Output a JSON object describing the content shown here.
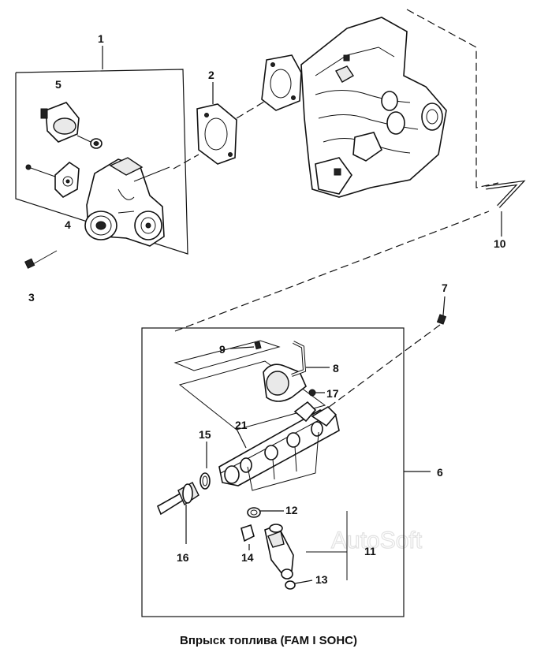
{
  "caption": "Впрыск топлива (FAM I SOHC)",
  "watermark": "AutoSoft",
  "callouts": {
    "c1": "1",
    "c2": "2",
    "c3": "3",
    "c4": "4",
    "c5": "5",
    "c6": "6",
    "c7": "7",
    "c8": "8",
    "c9": "9",
    "c10": "10",
    "c11": "11",
    "c12": "12",
    "c13": "13",
    "c14": "14",
    "c15": "15",
    "c16": "16",
    "c17": "17",
    "c21": "21"
  }
}
